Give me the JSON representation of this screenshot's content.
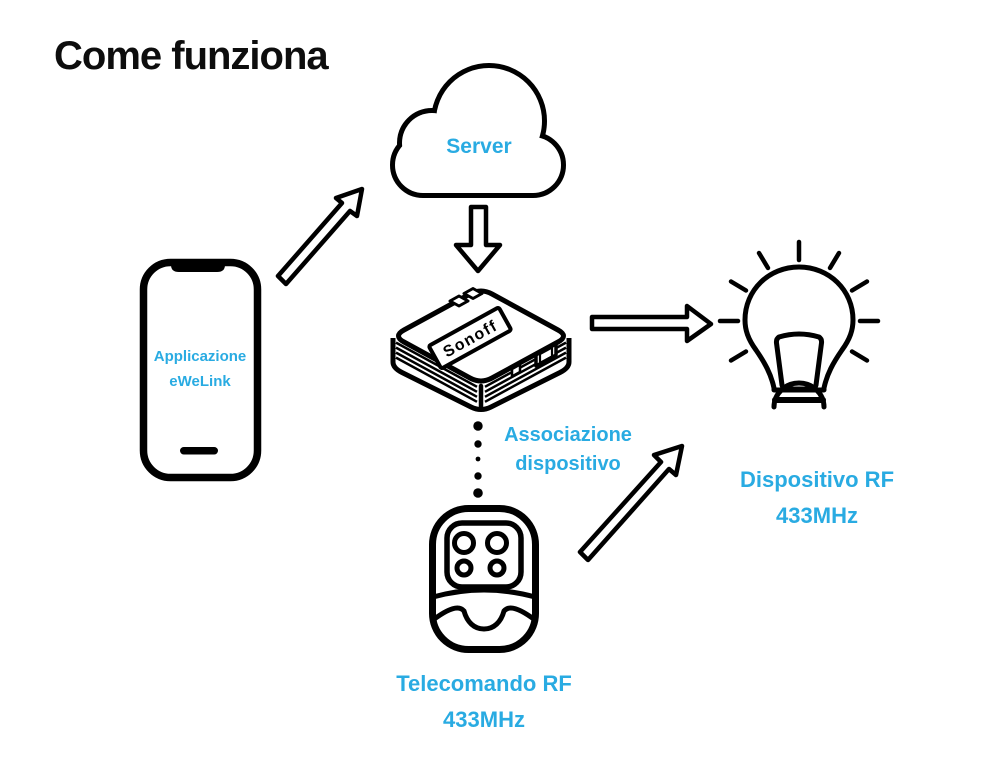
{
  "title": "Come funziona",
  "colors": {
    "accent": "#29ABE2",
    "ink": "#000000",
    "background": "#FFFFFF"
  },
  "nodes": {
    "server": {
      "label": "Server"
    },
    "phone_app": {
      "line1": "Applicazione",
      "line2": "eWeLink"
    },
    "bridge": {
      "brand": "Sonoff"
    },
    "pairing": {
      "line1": "Associazione",
      "line2": "dispositivo"
    },
    "rf_device": {
      "line1": "Dispositivo RF",
      "line2": "433MHz"
    },
    "rf_remote": {
      "line1": "Telecomando RF",
      "line2": "433MHz"
    }
  },
  "icons": {
    "cloud": "cloud-icon",
    "smartphone": "smartphone-icon",
    "rf_bridge": "rf-bridge-icon",
    "light_bulb": "light-bulb-icon",
    "remote_control": "remote-control-icon",
    "arrow_phone_to_server": "arrow-up-right-icon",
    "arrow_server_to_bridge": "arrow-down-icon",
    "arrow_bridge_to_device": "arrow-right-icon",
    "arrow_remote_to_device": "arrow-up-right-icon",
    "pairing_link": "dotted-line-icon"
  }
}
